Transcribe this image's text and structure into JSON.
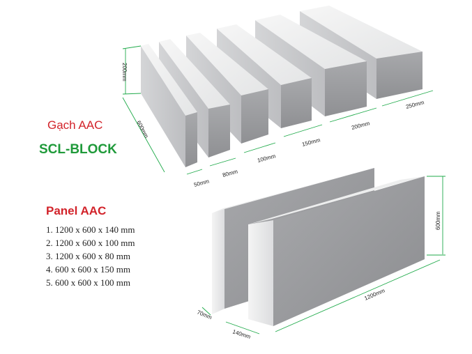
{
  "labels": {
    "aac_block": "Gạch AAC",
    "brand": "SCL-BLOCK",
    "panel": "Panel AAC"
  },
  "panel_specs": [
    "1. 1200 x 600 x 140 mm",
    "2. 1200 x 600 x 100 mm",
    "3. 1200 x 600 x 80 mm",
    "4. 600 x 600 x 150 mm",
    "5. 600 x 600 x 100 mm"
  ],
  "dimensions": {
    "block_height": "200mm",
    "block_length": "600mm",
    "block_widths": [
      "50mm",
      "80mm",
      "100mm",
      "150mm",
      "200mm",
      "250mm"
    ],
    "panel_height": "600mm",
    "panel_length": "1200mm",
    "panel_thin": "70mm",
    "panel_thick": "140mm"
  },
  "colors": {
    "dimension_line": "#1faa4a",
    "block_front": "#9b9c9f",
    "block_side": "#c9cacc",
    "block_top": "#eeeeee",
    "title_red": "#d2232a",
    "title_green": "#1f9a3a"
  }
}
